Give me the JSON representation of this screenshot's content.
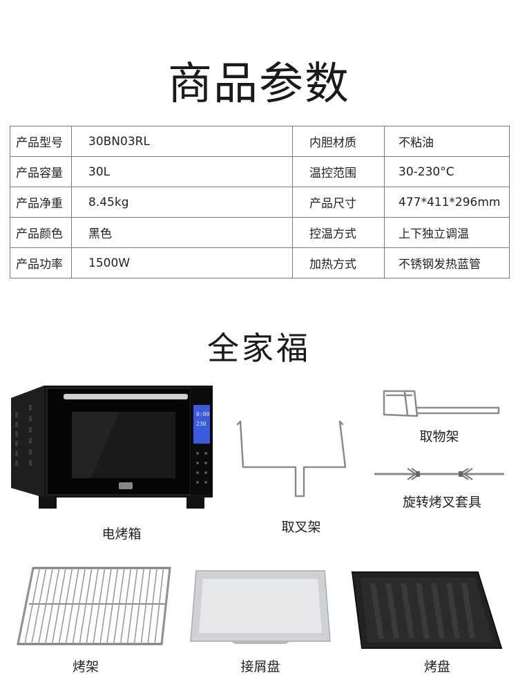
{
  "spec_title": "商品参数",
  "specs": [
    {
      "label": "产品型号",
      "value": "30BN03RL",
      "label2": "内胆材质",
      "value2": "不粘油"
    },
    {
      "label": "产品容量",
      "value": "30L",
      "label2": "温控范围",
      "value2": "30-230°C"
    },
    {
      "label": "产品净重",
      "value": "8.45kg",
      "label2": "产品尺寸",
      "value2": "477*411*296mm"
    },
    {
      "label": "产品颜色",
      "value": "黑色",
      "label2": "控温方式",
      "value2": "上下独立调温"
    },
    {
      "label": "产品功率",
      "value": "1500W",
      "label2": "加热方式",
      "value2": "不锈钢发热蓝管"
    }
  ],
  "family_title": "全家福",
  "items": {
    "oven": "电烤箱",
    "fork_rack": "取叉架",
    "retrieval_rack": "取物架",
    "rotisserie": "旋转烤叉套具",
    "grill_rack": "烤架",
    "crumb_tray": "接屑盘",
    "baking_pan": "烤盘"
  },
  "oven_display": {
    "line1": "0:00",
    "line2": "230"
  },
  "colors": {
    "oven_body": "#111111",
    "display": "#3b5bdc",
    "border": "#777777"
  }
}
